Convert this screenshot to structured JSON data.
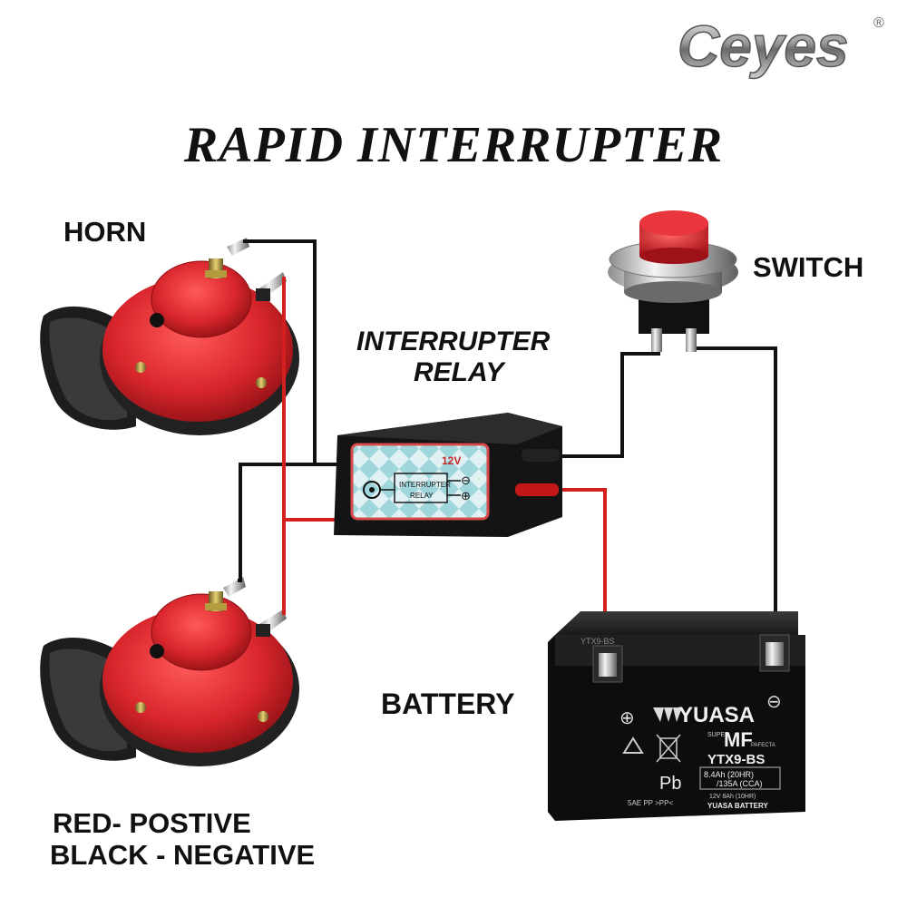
{
  "brand": {
    "logo_text": "Ceyes",
    "registered": "®"
  },
  "title": "RAPID INTERRUPTER",
  "labels": {
    "horn": "HORN",
    "switch": "SWITCH",
    "relay_line1": "INTERRUPTER",
    "relay_line2": "RELAY",
    "battery": "BATTERY"
  },
  "legend": {
    "red": "RED- POSTIVE",
    "black": "BLACK - NEGATIVE"
  },
  "relay_panel": {
    "voltage": "12V",
    "text_line1": "INTERRUPTER",
    "text_line2": "RELAY",
    "minus": "⊖",
    "plus": "⊕"
  },
  "battery": {
    "brand": "YUASA",
    "series": "MF",
    "super": "SUPER",
    "perfecta": "PAFECTA",
    "model": "YTX9-BS",
    "top_model": "YTX9-BS",
    "spec1": "8.4Ah (20HR)",
    "spec2": "/135A (CCA)",
    "spec3": "12V 8Ah (10HR)",
    "bottom_brand": "YUASA BATTERY",
    "bottom_codes": "5AE PP >PP<",
    "pb": "Pb",
    "plus_sign": "⊕",
    "minus_sign": "⊖"
  },
  "colors": {
    "positive_wire": "#d41f1f",
    "negative_wire": "#111111",
    "horn_red": "#d9262c",
    "switch_red": "#d8222a"
  }
}
